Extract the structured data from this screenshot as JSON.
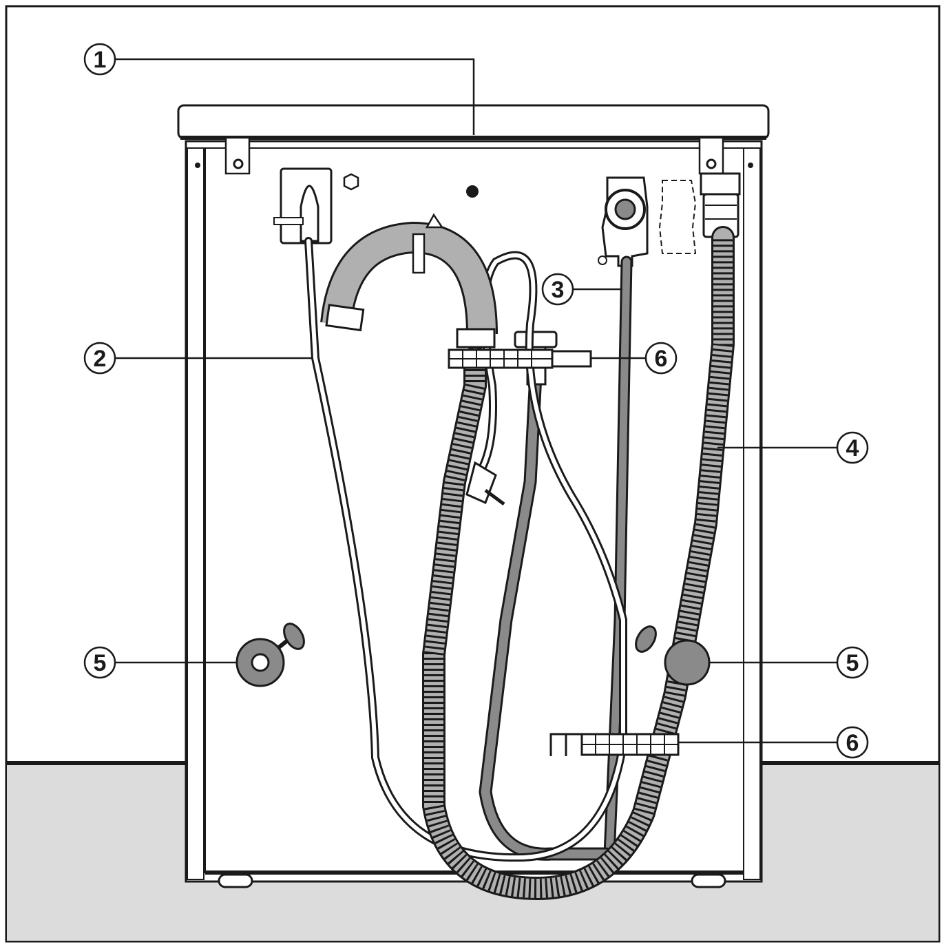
{
  "diagram": {
    "callouts": [
      {
        "id": "c1",
        "label": "1",
        "part": "top-lid"
      },
      {
        "id": "c2",
        "label": "2",
        "part": "power-cable"
      },
      {
        "id": "c3",
        "label": "3",
        "part": "inlet-hose-connection"
      },
      {
        "id": "c4",
        "label": "4",
        "part": "drain-hose"
      },
      {
        "id": "c5a",
        "label": "5",
        "part": "transit-bar-mount-left"
      },
      {
        "id": "c5b",
        "label": "5",
        "part": "transit-bar-mount-right"
      },
      {
        "id": "c6a",
        "label": "6",
        "part": "hose-holder-upper"
      },
      {
        "id": "c6b",
        "label": "6",
        "part": "hose-holder-lower"
      }
    ],
    "colors": {
      "line": "#1a1a1a",
      "floor": "#dcdcdc",
      "hose": "#8a8a8a",
      "hose_light": "#b0b0b0",
      "panel": "#ffffff"
    }
  }
}
